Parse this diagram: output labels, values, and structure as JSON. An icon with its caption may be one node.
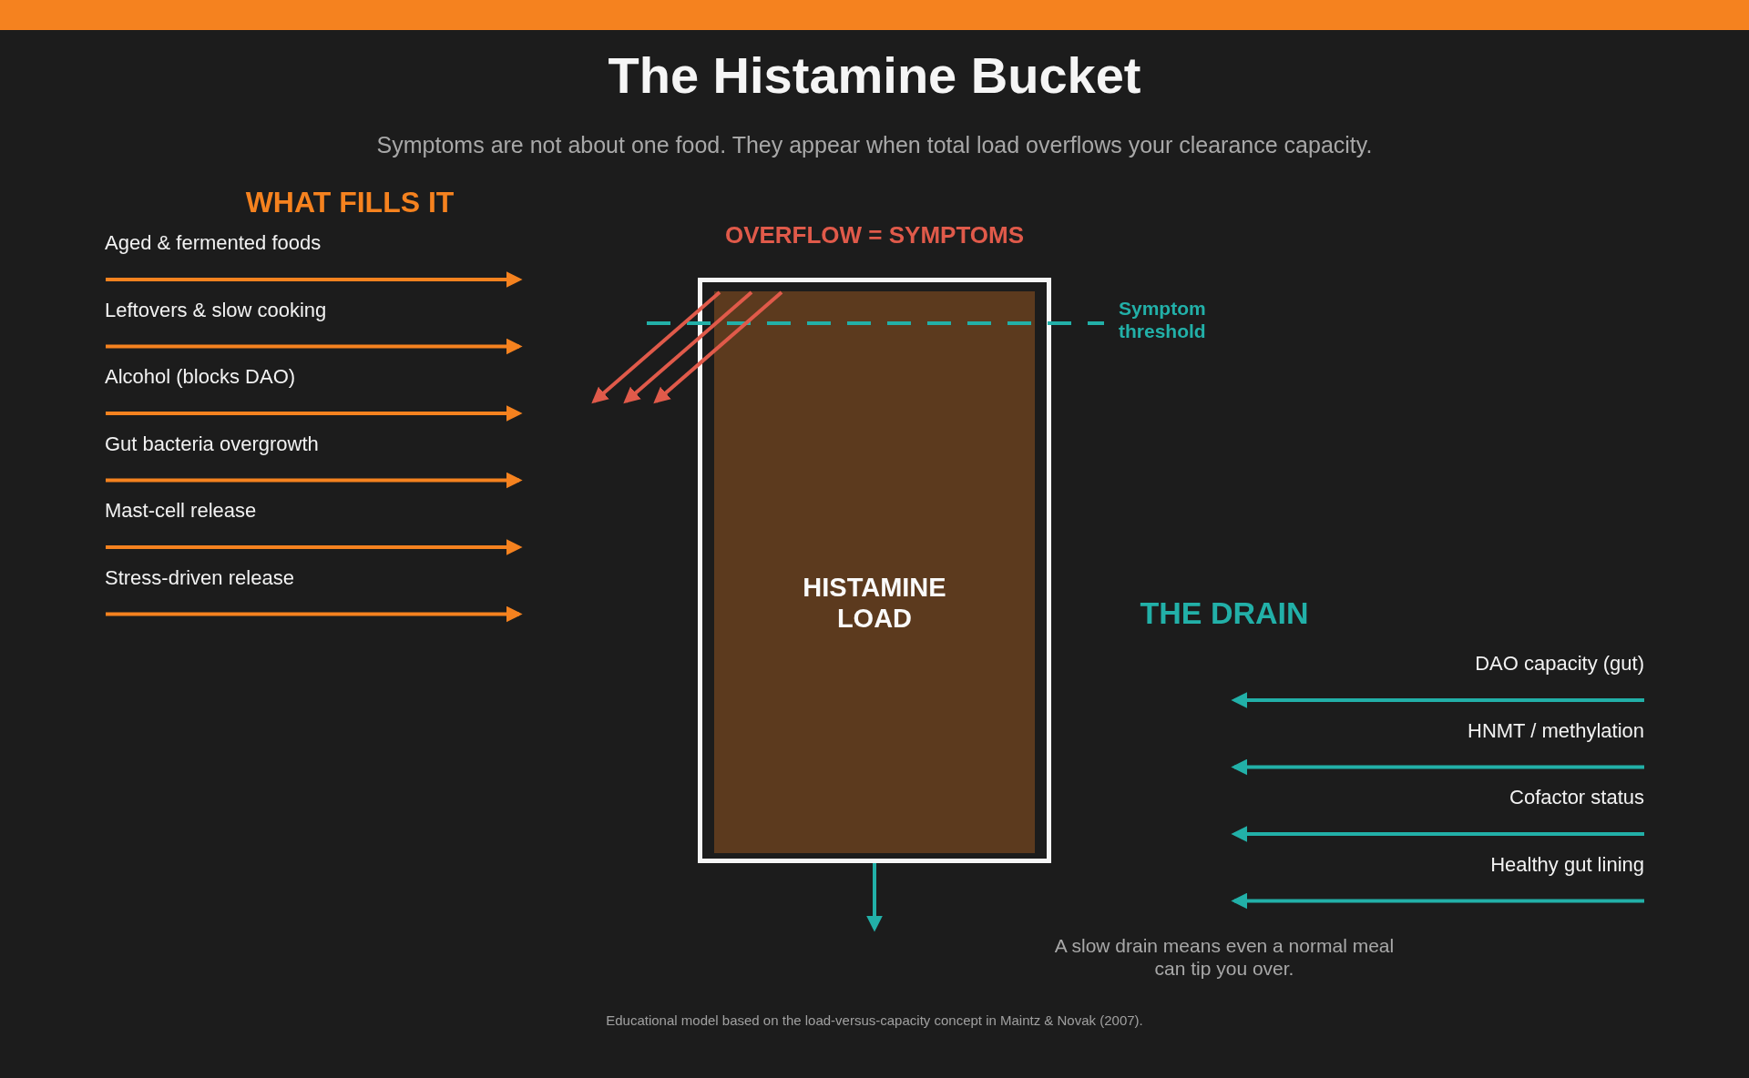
{
  "diagram": {
    "title": "The Histamine Bucket",
    "caption": "Symptoms are not about one food. They appear when total load overflows your clearance capacity.",
    "nodes": [
      {
        "text": [
          "HISTAMINE LOAD"
        ]
      },
      {
        "text": [
          "Aged & fermented foods"
        ]
      },
      {
        "text": [
          "Leftovers & slow cooking"
        ]
      },
      {
        "text": [
          "Alcohol (blocks DAO)"
        ]
      },
      {
        "text": [
          "Gut bacteria overgrowth"
        ]
      },
      {
        "text": [
          "Mast-cell release"
        ]
      },
      {
        "text": [
          "Stress-driven release"
        ]
      },
      {
        "text": [
          "DAO capacity (gut)"
        ]
      },
      {
        "text": [
          "HNMT / methylation"
        ]
      },
      {
        "text": [
          "Cofactor status"
        ]
      },
      {
        "text": [
          "Healthy gut lining"
        ]
      },
      {
        "text": [],
        "shape": "bar"
      }
    ],
    "edges": [
      {
        "from": 1,
        "to": null,
        "arrow": "to",
        "color": "#f5821f"
      },
      {
        "from": 2,
        "to": null,
        "arrow": "to",
        "color": "#f5821f"
      },
      {
        "from": 3,
        "to": null,
        "arrow": "to",
        "color": "#f5821f"
      },
      {
        "from": 4,
        "to": null,
        "arrow": "to",
        "color": "#f5821f"
      },
      {
        "from": 5,
        "to": null,
        "arrow": "to",
        "color": "#f5821f"
      },
      {
        "from": 6,
        "to": null,
        "arrow": "to",
        "color": "#f5821f"
      },
      {
        "from": 0,
        "to": null,
        "arrow": "to",
        "color": "#e05a4a"
      },
      {
        "from": 0,
        "to": null,
        "arrow": "to",
        "color": "#e05a4a"
      },
      {
        "from": 0,
        "to": null,
        "arrow": "to",
        "color": "#e05a4a"
      },
      {
        "from": 7,
        "to": null,
        "arrow": "to",
        "color": "#22b0a8"
      },
      {
        "from": 8,
        "to": null,
        "arrow": "to",
        "color": "#22b0a8"
      },
      {
        "from": 9,
        "to": null,
        "arrow": "to",
        "color": "#22b0a8"
      },
      {
        "from": 10,
        "to": null,
        "arrow": "to",
        "color": "#22b0a8"
      },
      {
        "from": 0,
        "to": null,
        "arrow": "to",
        "color": "#22b0a8"
      }
    ],
    "labels": [
      "WHAT FILLS IT",
      "OVERFLOW = SYMPTOMS",
      "Symptom threshold",
      "THE DRAIN",
      "A slow drain means even a normal meal can tip you over.",
      "Educational model based on the load-versus-capacity concept in Maintz & Novak (2007)."
    ]
  }
}
